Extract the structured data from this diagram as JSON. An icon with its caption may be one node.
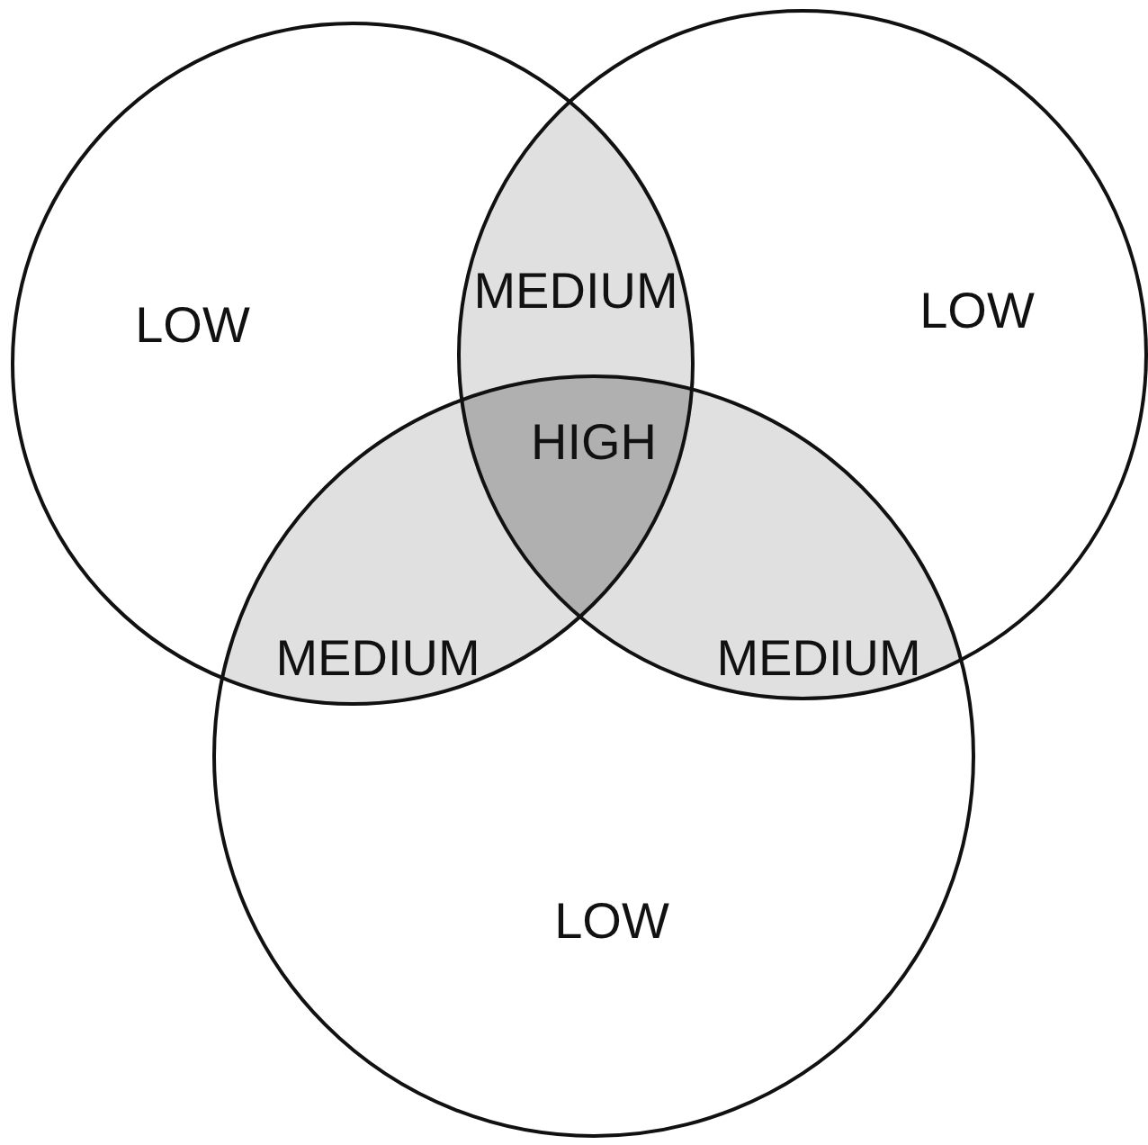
{
  "diagram": {
    "nodes": [
      {
        "text": [
          "LOW"
        ]
      },
      {
        "text": [
          "LOW"
        ]
      },
      {
        "text": [
          "LOW"
        ]
      }
    ],
    "labels": [
      "MEDIUM",
      "HIGH",
      "MEDIUM",
      "MEDIUM"
    ]
  }
}
